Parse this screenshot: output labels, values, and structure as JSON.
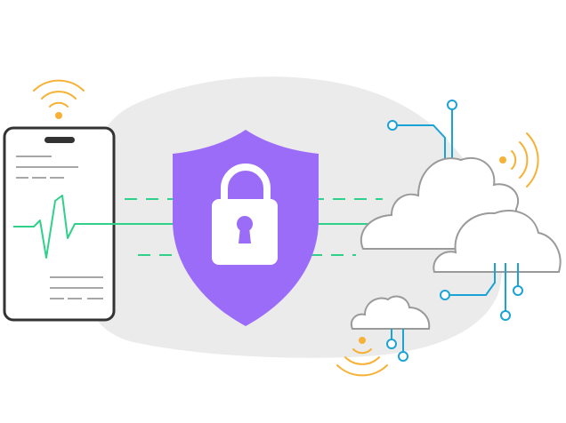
{
  "illustration": {
    "elements": [
      "smartphone",
      "heartbeat-line",
      "shield",
      "padlock",
      "cloud-cluster",
      "small-cloud",
      "wifi-signal",
      "circuit-lines"
    ]
  },
  "colors": {
    "background_blob": "#ebebeb",
    "outline": "#333333",
    "phone_text_lines": "#8a8a8a",
    "pulse_green": "#2fd18a",
    "shield_purple": "#9b6cf7",
    "lock_white": "#ffffff",
    "cloud_stroke": "#9a9a9a",
    "circuit_blue": "#1ca3d6",
    "wifi_orange": "#f7b135"
  }
}
